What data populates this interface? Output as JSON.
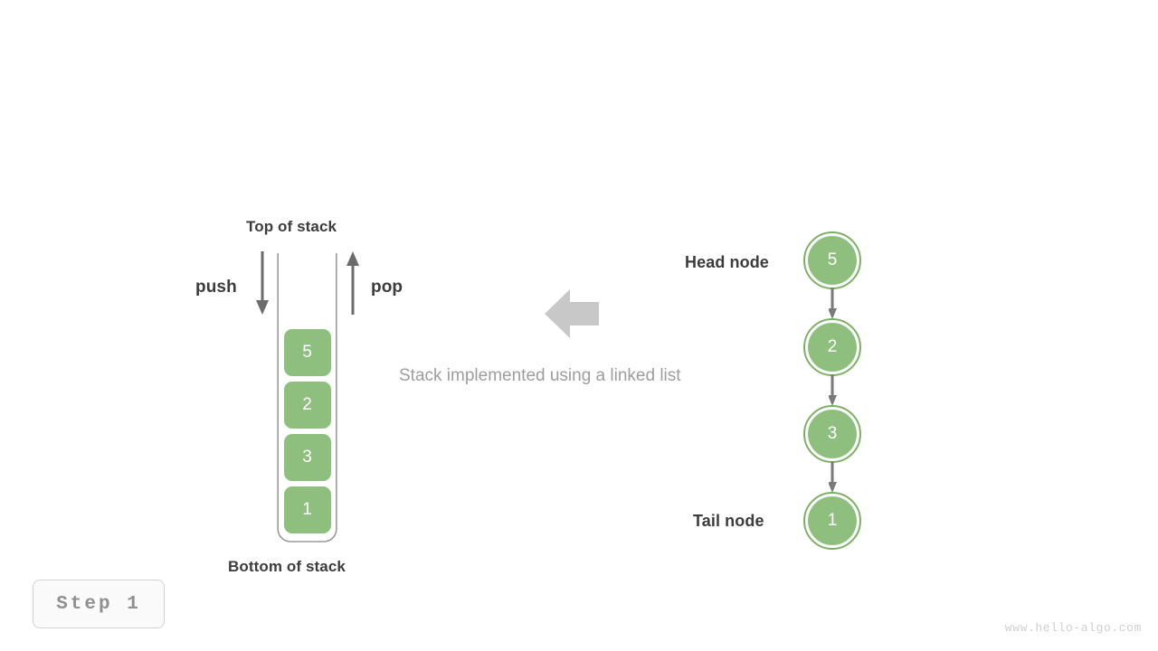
{
  "figure": {
    "caption": "Stack implemented using a linked list",
    "watermark": "www.hello-algo.com",
    "step_badge": "Step 1",
    "colors": {
      "node_fill": "#8fbf7f",
      "node_ring": "#7fb069",
      "text_dark": "#3c3c3c",
      "text_muted": "#9e9e9e",
      "arrow_gray": "#6b6b6b",
      "transform_arrow": "#c8c8c8",
      "container_border": "#9a9a9a",
      "badge_border": "#d2d2d2",
      "badge_bg": "#fafafa"
    }
  },
  "stack": {
    "top_label": "Top of stack",
    "bottom_label": "Bottom of stack",
    "push_label": "push",
    "pop_label": "pop",
    "push_icon": "arrow-down-icon",
    "pop_icon": "arrow-up-icon",
    "items_top_to_bottom": [
      "5",
      "2",
      "3",
      "1"
    ]
  },
  "transform": {
    "icon": "arrow-left-icon",
    "direction": "left"
  },
  "linked_list": {
    "head_label": "Head node",
    "tail_label": "Tail node",
    "link_icon": "arrow-down-icon",
    "nodes": [
      {
        "value": "5",
        "role": "head"
      },
      {
        "value": "2",
        "role": "middle"
      },
      {
        "value": "3",
        "role": "middle"
      },
      {
        "value": "1",
        "role": "tail"
      }
    ]
  }
}
